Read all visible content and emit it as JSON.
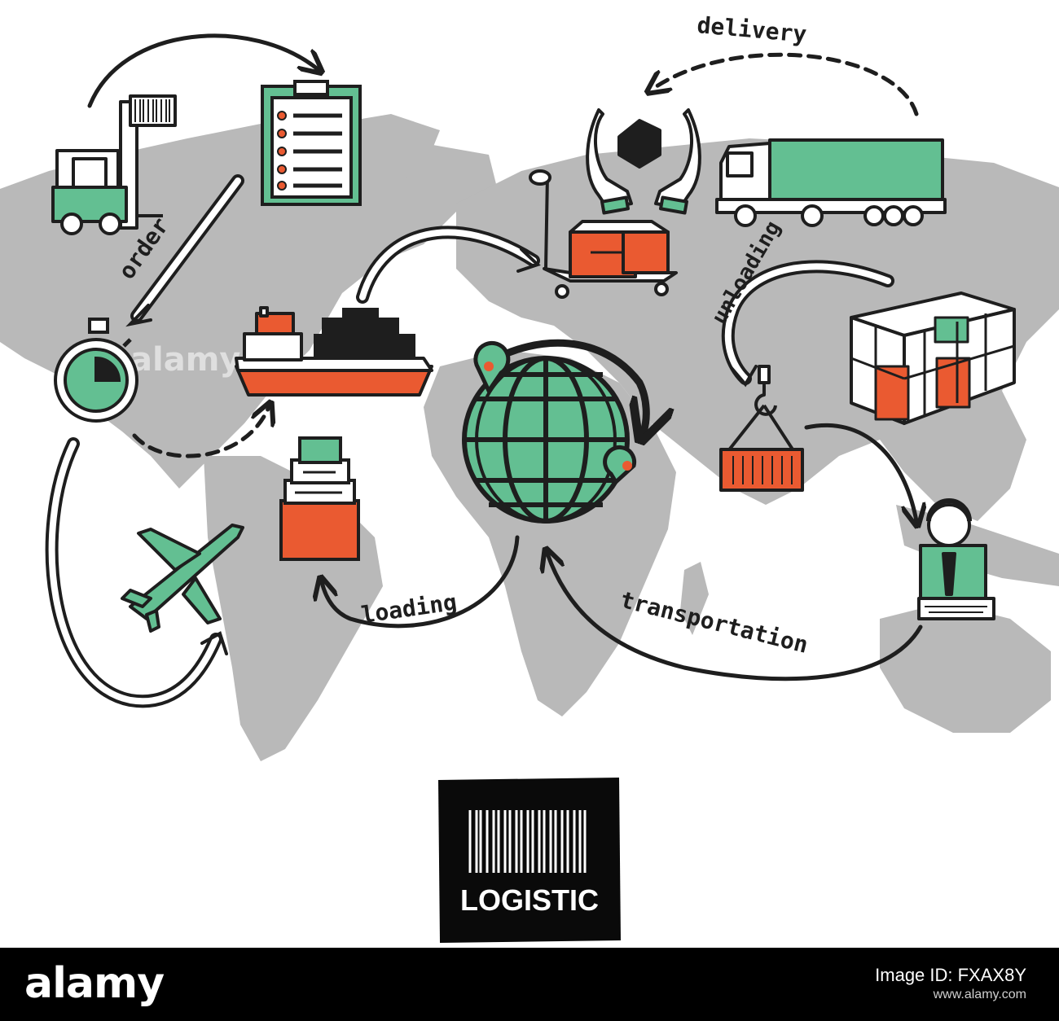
{
  "colors": {
    "accent_green": "#63bf92",
    "accent_orange": "#ea5a31",
    "map_gray": "#b9b9b9",
    "ink": "#1e1e1e"
  },
  "diagram": {
    "badge_title": "LOGISTIC",
    "steps": [
      {
        "key": "order",
        "label": "order"
      },
      {
        "key": "delivery",
        "label": "delivery"
      },
      {
        "key": "unloading",
        "label": "unloading"
      },
      {
        "key": "loading",
        "label": "loading"
      },
      {
        "key": "transportation",
        "label": "transportation"
      }
    ],
    "icons": [
      "forklift-icon",
      "clipboard-checklist-icon",
      "stopwatch-icon",
      "airplane-icon",
      "cargo-ship-icon",
      "stacked-containers-icon",
      "globe-icon",
      "hand-truck-icon",
      "hands-box-icon",
      "truck-icon",
      "crane-hook-container-icon",
      "stacked-boxes-icon",
      "operator-headset-icon",
      "barcode-icon"
    ]
  },
  "watermark": "alamy",
  "footer": {
    "brand": "alamy",
    "image_id_label": "Image ID: FXAX8Y",
    "site": "www.alamy.com"
  }
}
